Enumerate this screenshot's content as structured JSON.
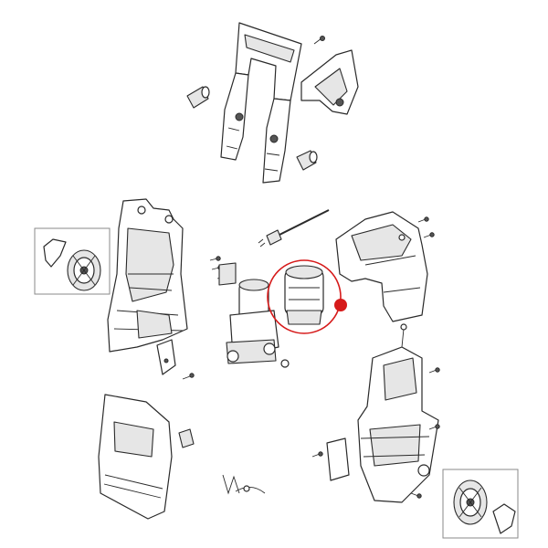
{
  "diagram": {
    "type": "exploded-parts-view",
    "highlight_color": "#d61a1a",
    "line_color": "#2a2a2a",
    "background": "#ffffff",
    "parts": [
      "handle-frame",
      "handle-side-cover",
      "cable-hook",
      "hose-hook",
      "power-cord",
      "housing-left",
      "wheel-inset",
      "motor-pump-assembly",
      "motor-highlighted",
      "housing-right-cover",
      "front-cover",
      "base-chassis",
      "wheel-inset-right",
      "bracket-clip",
      "small-cap",
      "fuse-wire"
    ]
  }
}
